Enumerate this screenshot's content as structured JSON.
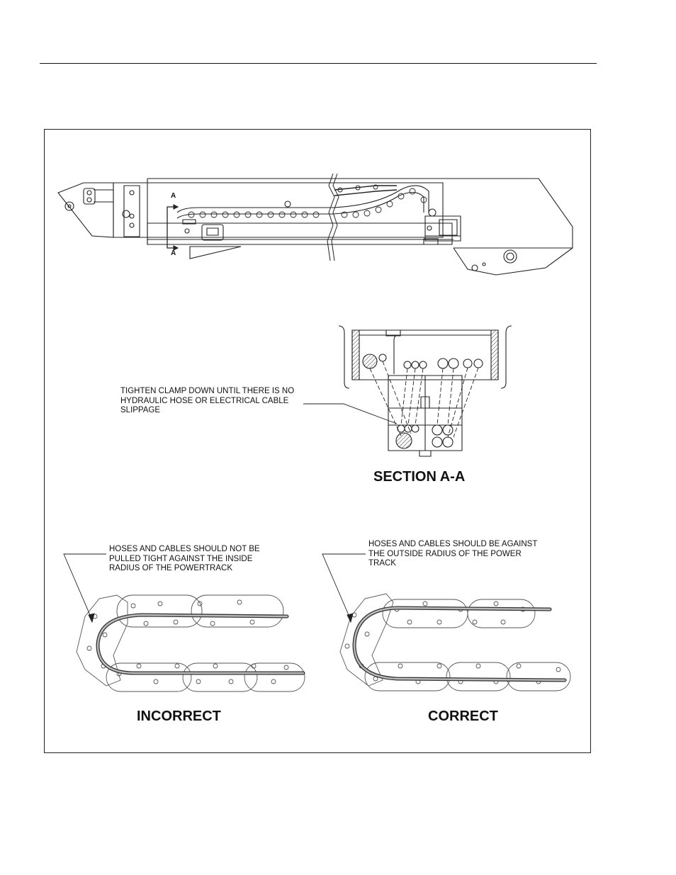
{
  "section_marker": "A",
  "labels": {
    "clamp_note": [
      "TIGHTEN CLAMP DOWN UNTIL THERE IS NO",
      "HYDRAULIC HOSE OR ELECTRICAL CABLE",
      "SLIPPAGE"
    ],
    "section_title": "SECTION A-A",
    "incorrect_note": [
      "HOSES AND CABLES SHOULD NOT BE",
      "PULLED TIGHT AGAINST THE INSIDE",
      "RADIUS OF THE POWERTRACK"
    ],
    "correct_note": [
      "HOSES AND CABLES SHOULD BE AGAINST",
      "THE OUTSIDE RADIUS OF THE POWER",
      "TRACK"
    ],
    "incorrect_title": "INCORRECT",
    "correct_title": "CORRECT"
  }
}
